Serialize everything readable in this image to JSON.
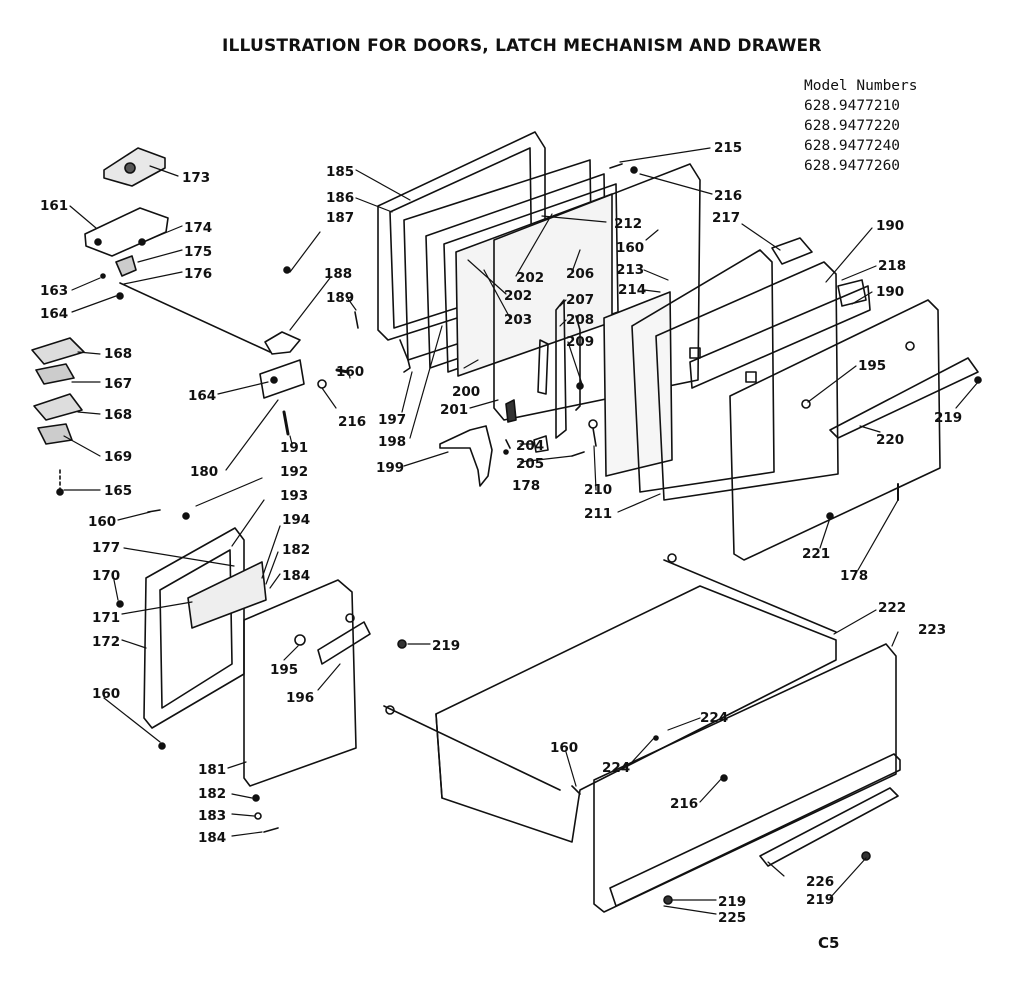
{
  "title": "ILLUSTRATION FOR DOORS, LATCH MECHANISM AND DRAWER",
  "models": {
    "heading": "Model Numbers",
    "numbers": [
      "628.9477210",
      "628.9477220",
      "628.9477240",
      "628.9477260"
    ]
  },
  "page_code": "C5",
  "parts": {
    "p173": "173",
    "p161": "161",
    "p174": "174",
    "p175": "175",
    "p176": "176",
    "p163": "163",
    "p164a": "164",
    "p168a": "168",
    "p167": "167",
    "p168b": "168",
    "p169": "169",
    "p165": "165",
    "p164b": "164",
    "p180": "180",
    "p191": "191",
    "p187": "187",
    "p188": "188",
    "p189": "189",
    "p160a": "160",
    "p216a": "216",
    "p185": "185",
    "p186": "186",
    "p197": "197",
    "p198": "198",
    "p199": "199",
    "p178a": "178",
    "p200": "200",
    "p201": "201",
    "p202a": "202",
    "p202b": "202",
    "p203": "203",
    "p204": "204",
    "p205": "205",
    "p206": "206",
    "p207": "207",
    "p208": "208",
    "p209": "209",
    "p210": "210",
    "p211": "211",
    "p212": "212",
    "p213": "213",
    "p214": "214",
    "p215": "215",
    "p216b": "216",
    "p217": "217",
    "p160b": "160",
    "p190a": "190",
    "p218": "218",
    "p190b": "190",
    "p195a": "195",
    "p219a": "219",
    "p220": "220",
    "p221": "221",
    "p178b": "178",
    "p192": "192",
    "p193": "193",
    "p160c": "160",
    "p177": "177",
    "p194": "194",
    "p182a": "182",
    "p184a": "184",
    "p170": "170",
    "p171": "171",
    "p172": "172",
    "p195b": "195",
    "p196": "196",
    "p219b": "219",
    "p160d": "160",
    "p181": "181",
    "p182b": "182",
    "p183": "183",
    "p184b": "184",
    "p222": "222",
    "p223": "223",
    "p224a": "224",
    "p224b": "224",
    "p160e": "160",
    "p216c": "216",
    "p226": "226",
    "p219c": "219",
    "p219d": "219",
    "p225": "225"
  }
}
